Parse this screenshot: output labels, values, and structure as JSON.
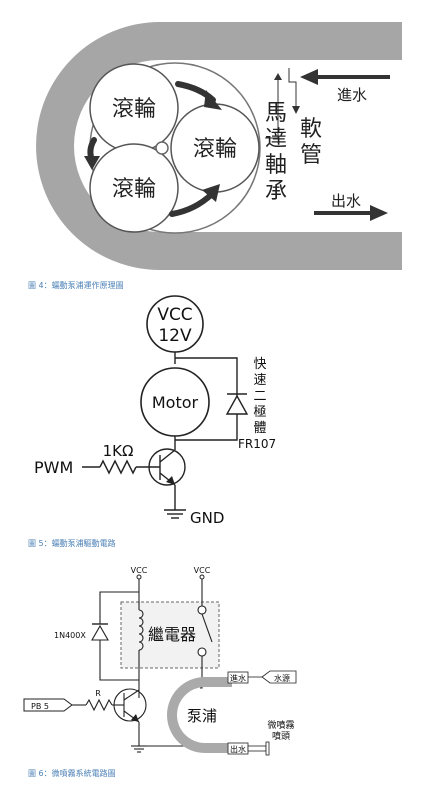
{
  "figure4": {
    "caption": "圖 4：蠕動泵浦運作原理圖",
    "roller_1": "滾輪",
    "roller_2": "滾輪",
    "roller_3": "滾輪",
    "motor_bearing": [
      "馬",
      "達",
      "軸",
      "承"
    ],
    "soft_tube": [
      "軟",
      "管"
    ],
    "water_in": "進水",
    "water_out": "出水"
  },
  "figure5": {
    "caption": "圖 5：蠕動泵浦驅動電路",
    "vcc_label": "VCC",
    "vcc_voltage": "12V",
    "motor_label": "Motor",
    "diode_label": [
      "快",
      "速",
      "二",
      "極",
      "體"
    ],
    "diode_part": "FR107",
    "resistor_label": "1KΩ",
    "pwm_label": "PWM",
    "gnd_label": "GND"
  },
  "figure6": {
    "caption": "圖 6：微噴霧系統電路圖",
    "vcc_left": "VCC",
    "vcc_right": "VCC",
    "diode_part": "1N400X",
    "relay_label": "繼電器",
    "pb_label": "PB 5",
    "resistor_label": "R",
    "pump_label": "泵浦",
    "water_in": "進水",
    "water_source": "水源",
    "water_out": "出水",
    "nozzle_label": [
      "微噴霧",
      "噴頭"
    ]
  },
  "colors": {
    "tube_gray": "#a6a6a6",
    "roller_border": "#5a5a5a",
    "arrow_dark": "#333333",
    "caption_blue": "#4a7fb5"
  }
}
